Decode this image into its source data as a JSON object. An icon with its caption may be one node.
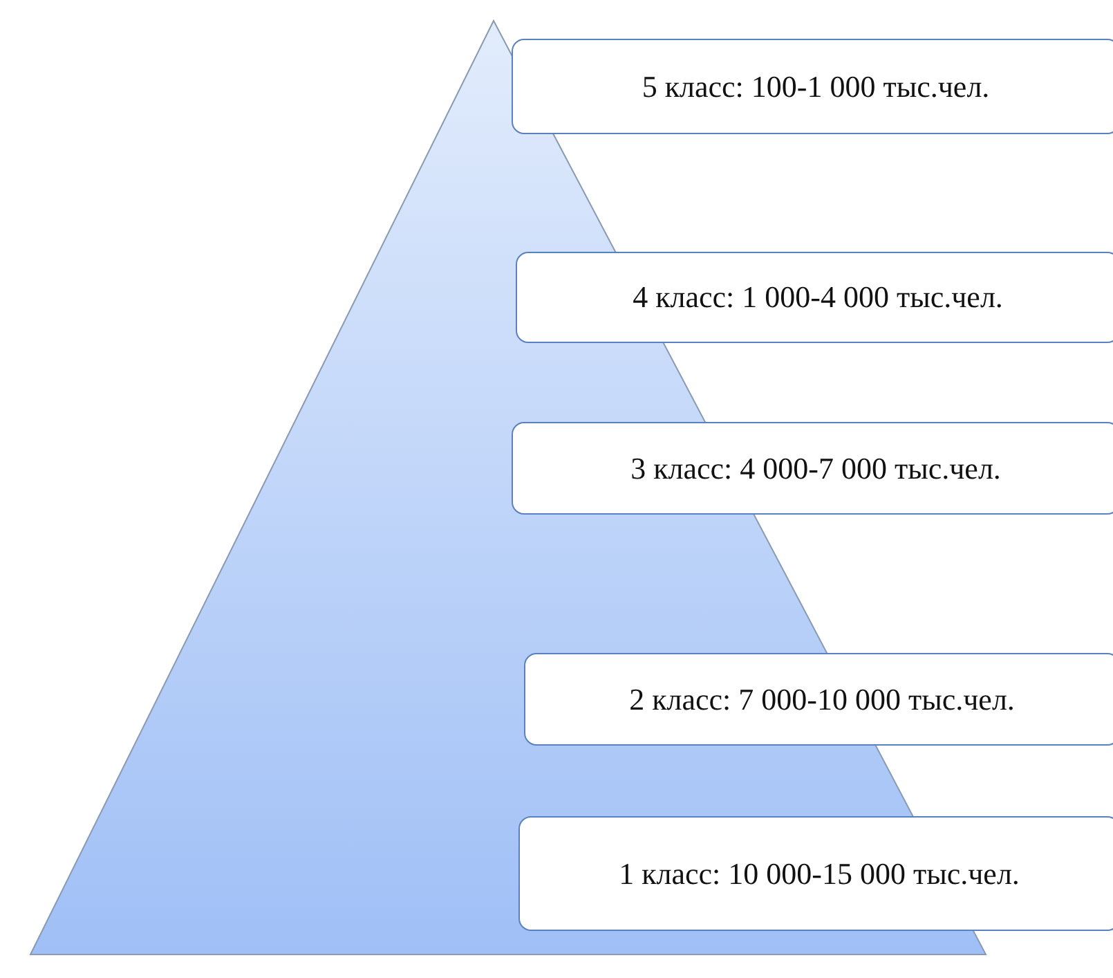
{
  "diagram": {
    "nodes": [
      {
        "text": [],
        "shape": "triangle"
      },
      {
        "text": [
          "5 класс: 100-1 000 тыс.чел."
        ]
      },
      {
        "text": [
          "4 класс: 1 000-4 000 тыс.чел."
        ]
      },
      {
        "text": [
          "3 класс: 4 000-7 000 тыс.чел."
        ]
      },
      {
        "text": [
          "2 класс: 7 000-10 000 тыс.чел."
        ]
      },
      {
        "text": [
          "1 класс: 10 000-15 000 тыс.чел."
        ]
      }
    ]
  }
}
